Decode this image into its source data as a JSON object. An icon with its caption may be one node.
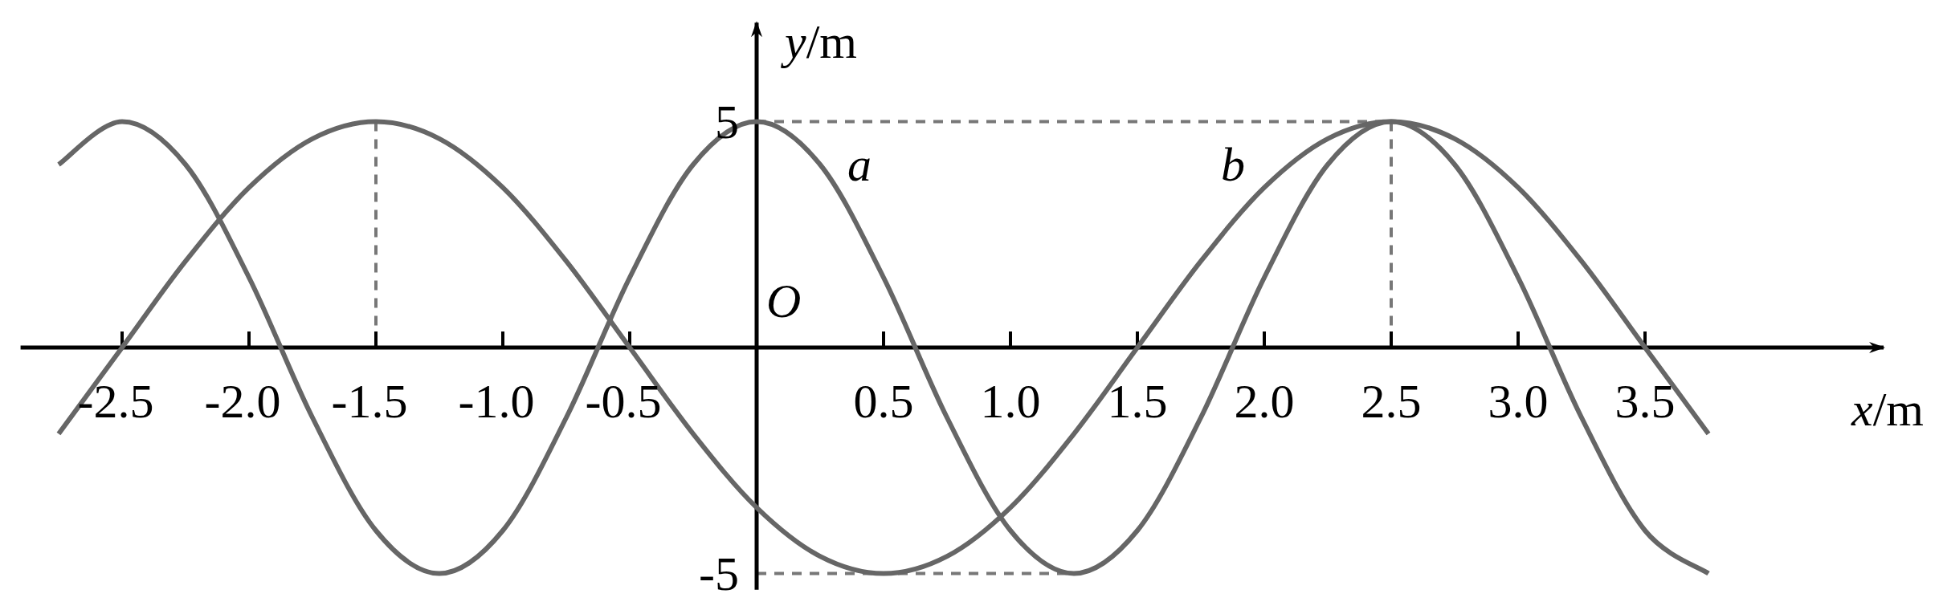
{
  "diagram": {
    "labels": [
      "O"
    ],
    "chart_data": {
      "type": "line",
      "xlabel": "*x*/m",
      "ylabel": "*y*/m",
      "x": [
        -2.75,
        -2.5,
        -2.25,
        -2.0,
        -1.75,
        -1.5,
        -1.25,
        -1.0,
        -0.75,
        -0.5,
        -0.25,
        0,
        0.25,
        0.5,
        0.75,
        1.0,
        1.25,
        1.5,
        1.75,
        2.0,
        2.25,
        2.5,
        2.75,
        3.0,
        3.25,
        3.5,
        3.75
      ],
      "series": [
        {
          "name": "a",
          "color": "#666666",
          "values": [
            4.05,
            5,
            4.05,
            1.55,
            -1.55,
            -4.05,
            -5,
            -4.05,
            -1.55,
            1.55,
            4.05,
            5,
            4.05,
            1.55,
            -1.55,
            -4.05,
            -5,
            -4.05,
            -1.55,
            1.55,
            4.05,
            5,
            4.05,
            1.55,
            -1.55,
            -4.05,
            -5
          ]
        },
        {
          "name": "b",
          "color": "#666666",
          "values": [
            -1.91,
            0,
            1.91,
            3.54,
            4.62,
            5,
            4.62,
            3.54,
            1.91,
            0,
            -1.91,
            -3.54,
            -4.62,
            -5,
            -4.62,
            -3.54,
            -1.91,
            0,
            1.91,
            3.54,
            4.62,
            5,
            4.62,
            3.54,
            1.91,
            0,
            -1.91
          ]
        }
      ],
      "xticks": [
        {
          "value": -2.5,
          "label": "-2.5"
        },
        {
          "value": -2,
          "label": "-2.0"
        },
        {
          "value": -1.5,
          "label": "-1.5"
        },
        {
          "value": -1,
          "label": "-1.0"
        },
        {
          "value": -0.5,
          "label": "-0.5"
        },
        {
          "value": 0.5,
          "label": "0.5"
        },
        {
          "value": 1,
          "label": "1.0"
        },
        {
          "value": 1.5,
          "label": "1.5"
        },
        {
          "value": 2,
          "label": "2.0"
        },
        {
          "value": 2.5,
          "label": "2.5"
        },
        {
          "value": 3,
          "label": "3.0"
        },
        {
          "value": 3.5,
          "label": "3.5"
        }
      ],
      "yticks": [
        5,
        -5
      ],
      "ref_lines": [
        {
          "axis": "y",
          "value": 5
        },
        {
          "axis": "x",
          "value": 2.5
        },
        {
          "axis": "x",
          "value": -1.5
        },
        {
          "axis": "y",
          "value": -5
        }
      ],
      "xlim": [
        -2.9,
        4.44
      ],
      "ylim": [
        -5.36,
        7.19
      ]
    }
  }
}
